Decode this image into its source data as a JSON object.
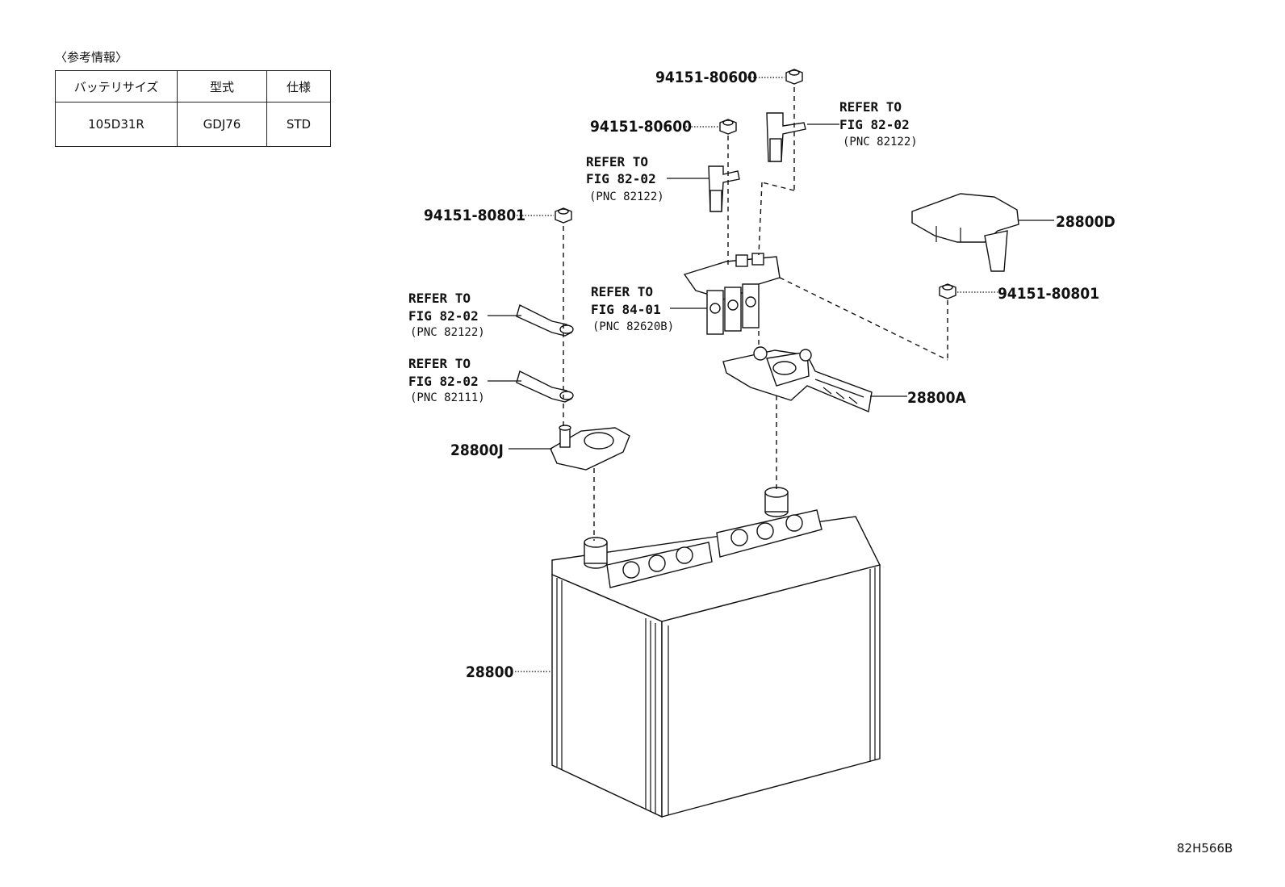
{
  "reference": {
    "caption": "〈参考情報〉",
    "headers": [
      "バッテリサイズ",
      "型式",
      "仕様"
    ],
    "row": [
      "105D31R",
      "GDJ76",
      "STD"
    ]
  },
  "labels": {
    "nut_top_right": "94151-80600",
    "nut_top_mid": "94151-80600",
    "nut_left": "94151-80801",
    "nut_right": "94151-80801",
    "refer_a": {
      "line1": "REFER TO",
      "line2": "FIG 82-02",
      "line3": "(PNC 82122)"
    },
    "refer_b": {
      "line1": "REFER TO",
      "line2": "FIG 82-02",
      "line3": "(PNC 82122)"
    },
    "refer_c": {
      "line1": "REFER TO",
      "line2": "FIG 82-02",
      "line3": "(PNC 82122)"
    },
    "refer_d": {
      "line1": "REFER TO",
      "line2": "FIG 82-02",
      "line3": "(PNC 82111)"
    },
    "refer_e": {
      "line1": "REFER TO",
      "line2": "FIG 84-01",
      "line3": "(PNC 82620B)"
    },
    "part_28800D": "28800D",
    "part_28800A": "28800A",
    "part_28800J": "28800J",
    "part_28800": "28800"
  },
  "drawing_code": "82H566B"
}
